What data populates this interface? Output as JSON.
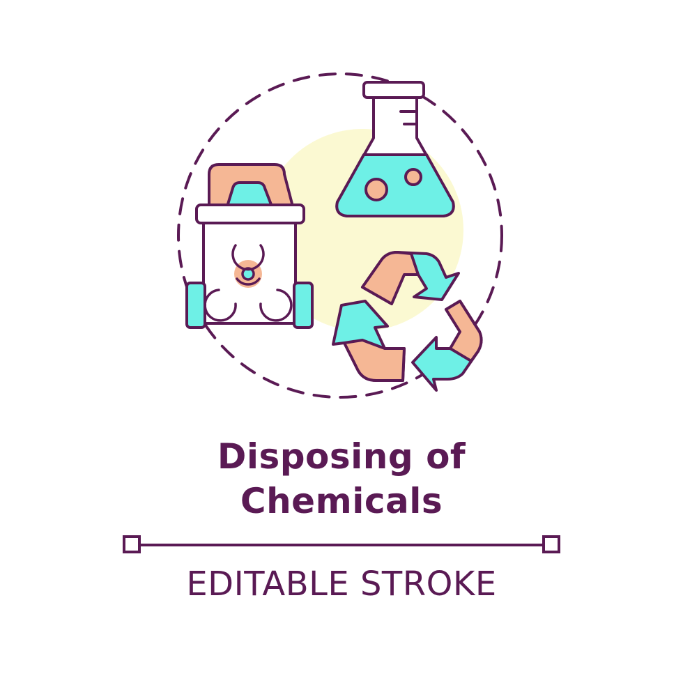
{
  "title": {
    "line1": "Disposing of",
    "line2": "Chemicals"
  },
  "caption": "EDITABLE STROKE",
  "icons": [
    "biohazard-bin-icon",
    "lab-flask-icon",
    "recycle-icon"
  ],
  "colors": {
    "outline": "#5a1a54",
    "cyan": "#6ef0e6",
    "peach": "#f5b795",
    "yellow_bg": "#fbf9d2",
    "background": "#ffffff"
  }
}
